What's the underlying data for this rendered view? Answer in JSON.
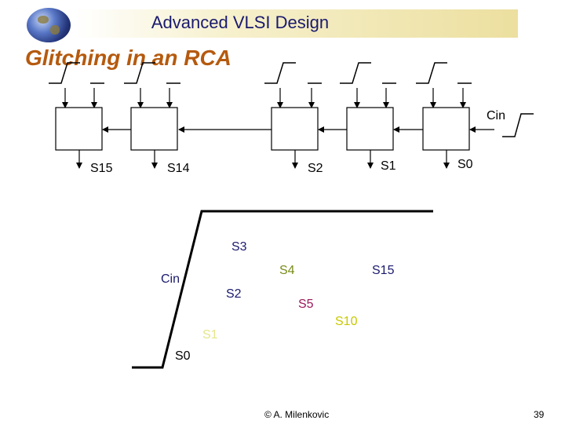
{
  "header": {
    "title": "Advanced VLSI Design",
    "logo_icon": "globe-icon"
  },
  "slide": {
    "title": "Glitching in an RCA"
  },
  "rca": {
    "sum_labels": {
      "s15": "S15",
      "s14": "S14",
      "s2": "S2",
      "s1": "S1",
      "s0": "S0"
    },
    "cin_label": "Cin"
  },
  "timing": {
    "labels": {
      "s3": "S3",
      "s4": "S4",
      "s15": "S15",
      "cin": "Cin",
      "s2": "S2",
      "s5": "S5",
      "s10": "S10",
      "s1": "S1",
      "s0": "S0"
    },
    "colors": {
      "s3": "#1a1a6e",
      "s4": "#7a8a1a",
      "s15": "#1a1a6e",
      "cin": "#1a1a6e",
      "s2": "#1a1a6e",
      "s5": "#9a1a5a",
      "s10": "#c8c800",
      "s1": "#e6e68c",
      "s0": "#000000"
    }
  },
  "footer": {
    "copyright": "© A. Milenkovic",
    "page": "39"
  },
  "colors": {
    "title": "#1a1a6e",
    "subtitle": "#b55a0e",
    "band": "#ecdf9f"
  }
}
